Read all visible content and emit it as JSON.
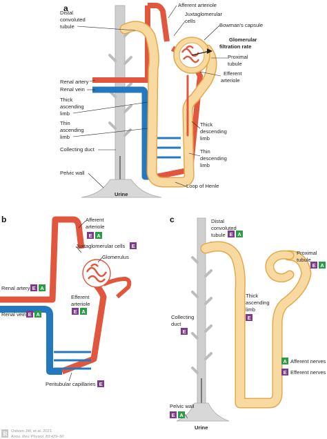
{
  "colors": {
    "artery": "#e0573e",
    "vein": "#2478c0",
    "tubule_fill": "#f8d9a0",
    "tubule_edge": "#e3a84d",
    "duct": "#c9c9c9",
    "afferent_badge": "#2e9a48",
    "efferent_badge": "#7b3a8e"
  },
  "panel_a": {
    "letter": "a",
    "labels": {
      "afferent_arteriole": "Afferent arteriole",
      "distal_tubule_1": "Distal",
      "distal_tubule_2": "convoluted",
      "distal_tubule_3": "tubule",
      "juxta_1": "Juxtaglomerular",
      "juxta_2": "cells",
      "bowmans": "Bowman's capsule",
      "gfr_1": "Glomerular",
      "gfr_2": "filtration rate",
      "proximal_1": "Proximal",
      "proximal_2": "tubule",
      "efferent_1": "Efferent",
      "efferent_2": "arteriole",
      "renal_artery": "Renal artery",
      "renal_vein": "Renal vein",
      "thick_asc_1": "Thick",
      "thick_asc_2": "ascending",
      "thick_asc_3": "limb",
      "thin_asc_1": "Thin",
      "thin_asc_2": "ascending",
      "thin_asc_3": "limb",
      "thick_desc_1": "Thick",
      "thick_desc_2": "descending",
      "thick_desc_3": "limb",
      "collecting_duct": "Collecting duct",
      "thin_desc_1": "Thin",
      "thin_desc_2": "descending",
      "thin_desc_3": "limb",
      "pelvic_wall": "Pelvic wall",
      "loop_henle": "Loop of Henle",
      "urine": "Urine"
    }
  },
  "panel_b": {
    "letter": "b",
    "labels": {
      "afferent_1": "Afferent",
      "afferent_2": "arteriole",
      "juxta": "Juxtaglomerular cells",
      "glomerulus": "Glomerulus",
      "renal_artery": "Renal artery",
      "efferent_1": "Efferent",
      "efferent_2": "arteriole",
      "renal_vein": "Renal vein",
      "peritubular": "Peritubular capillaries"
    }
  },
  "panel_c": {
    "letter": "c",
    "labels": {
      "distal_1": "Distal",
      "distal_2": "convoluted",
      "distal_3": "tubule",
      "proximal_1": "Proximal",
      "proximal_2": "tubule",
      "thick_asc_1": "Thick",
      "thick_asc_2": "ascending",
      "thick_asc_3": "limb",
      "collecting_1": "Collecting",
      "collecting_2": "duct",
      "pelvic_wall": "Pelvic wall",
      "urine": "Urine"
    }
  },
  "badges": {
    "efferent": "E",
    "afferent": "A"
  },
  "legend": {
    "afferent": "Afferent nerves",
    "efferent": "Efferent nerves"
  },
  "citation": {
    "line1": "Osborn JW, et al. 2021",
    "line2": "Annu. Rev. Physiol. 83:429–50"
  },
  "publisher_mark": "R"
}
